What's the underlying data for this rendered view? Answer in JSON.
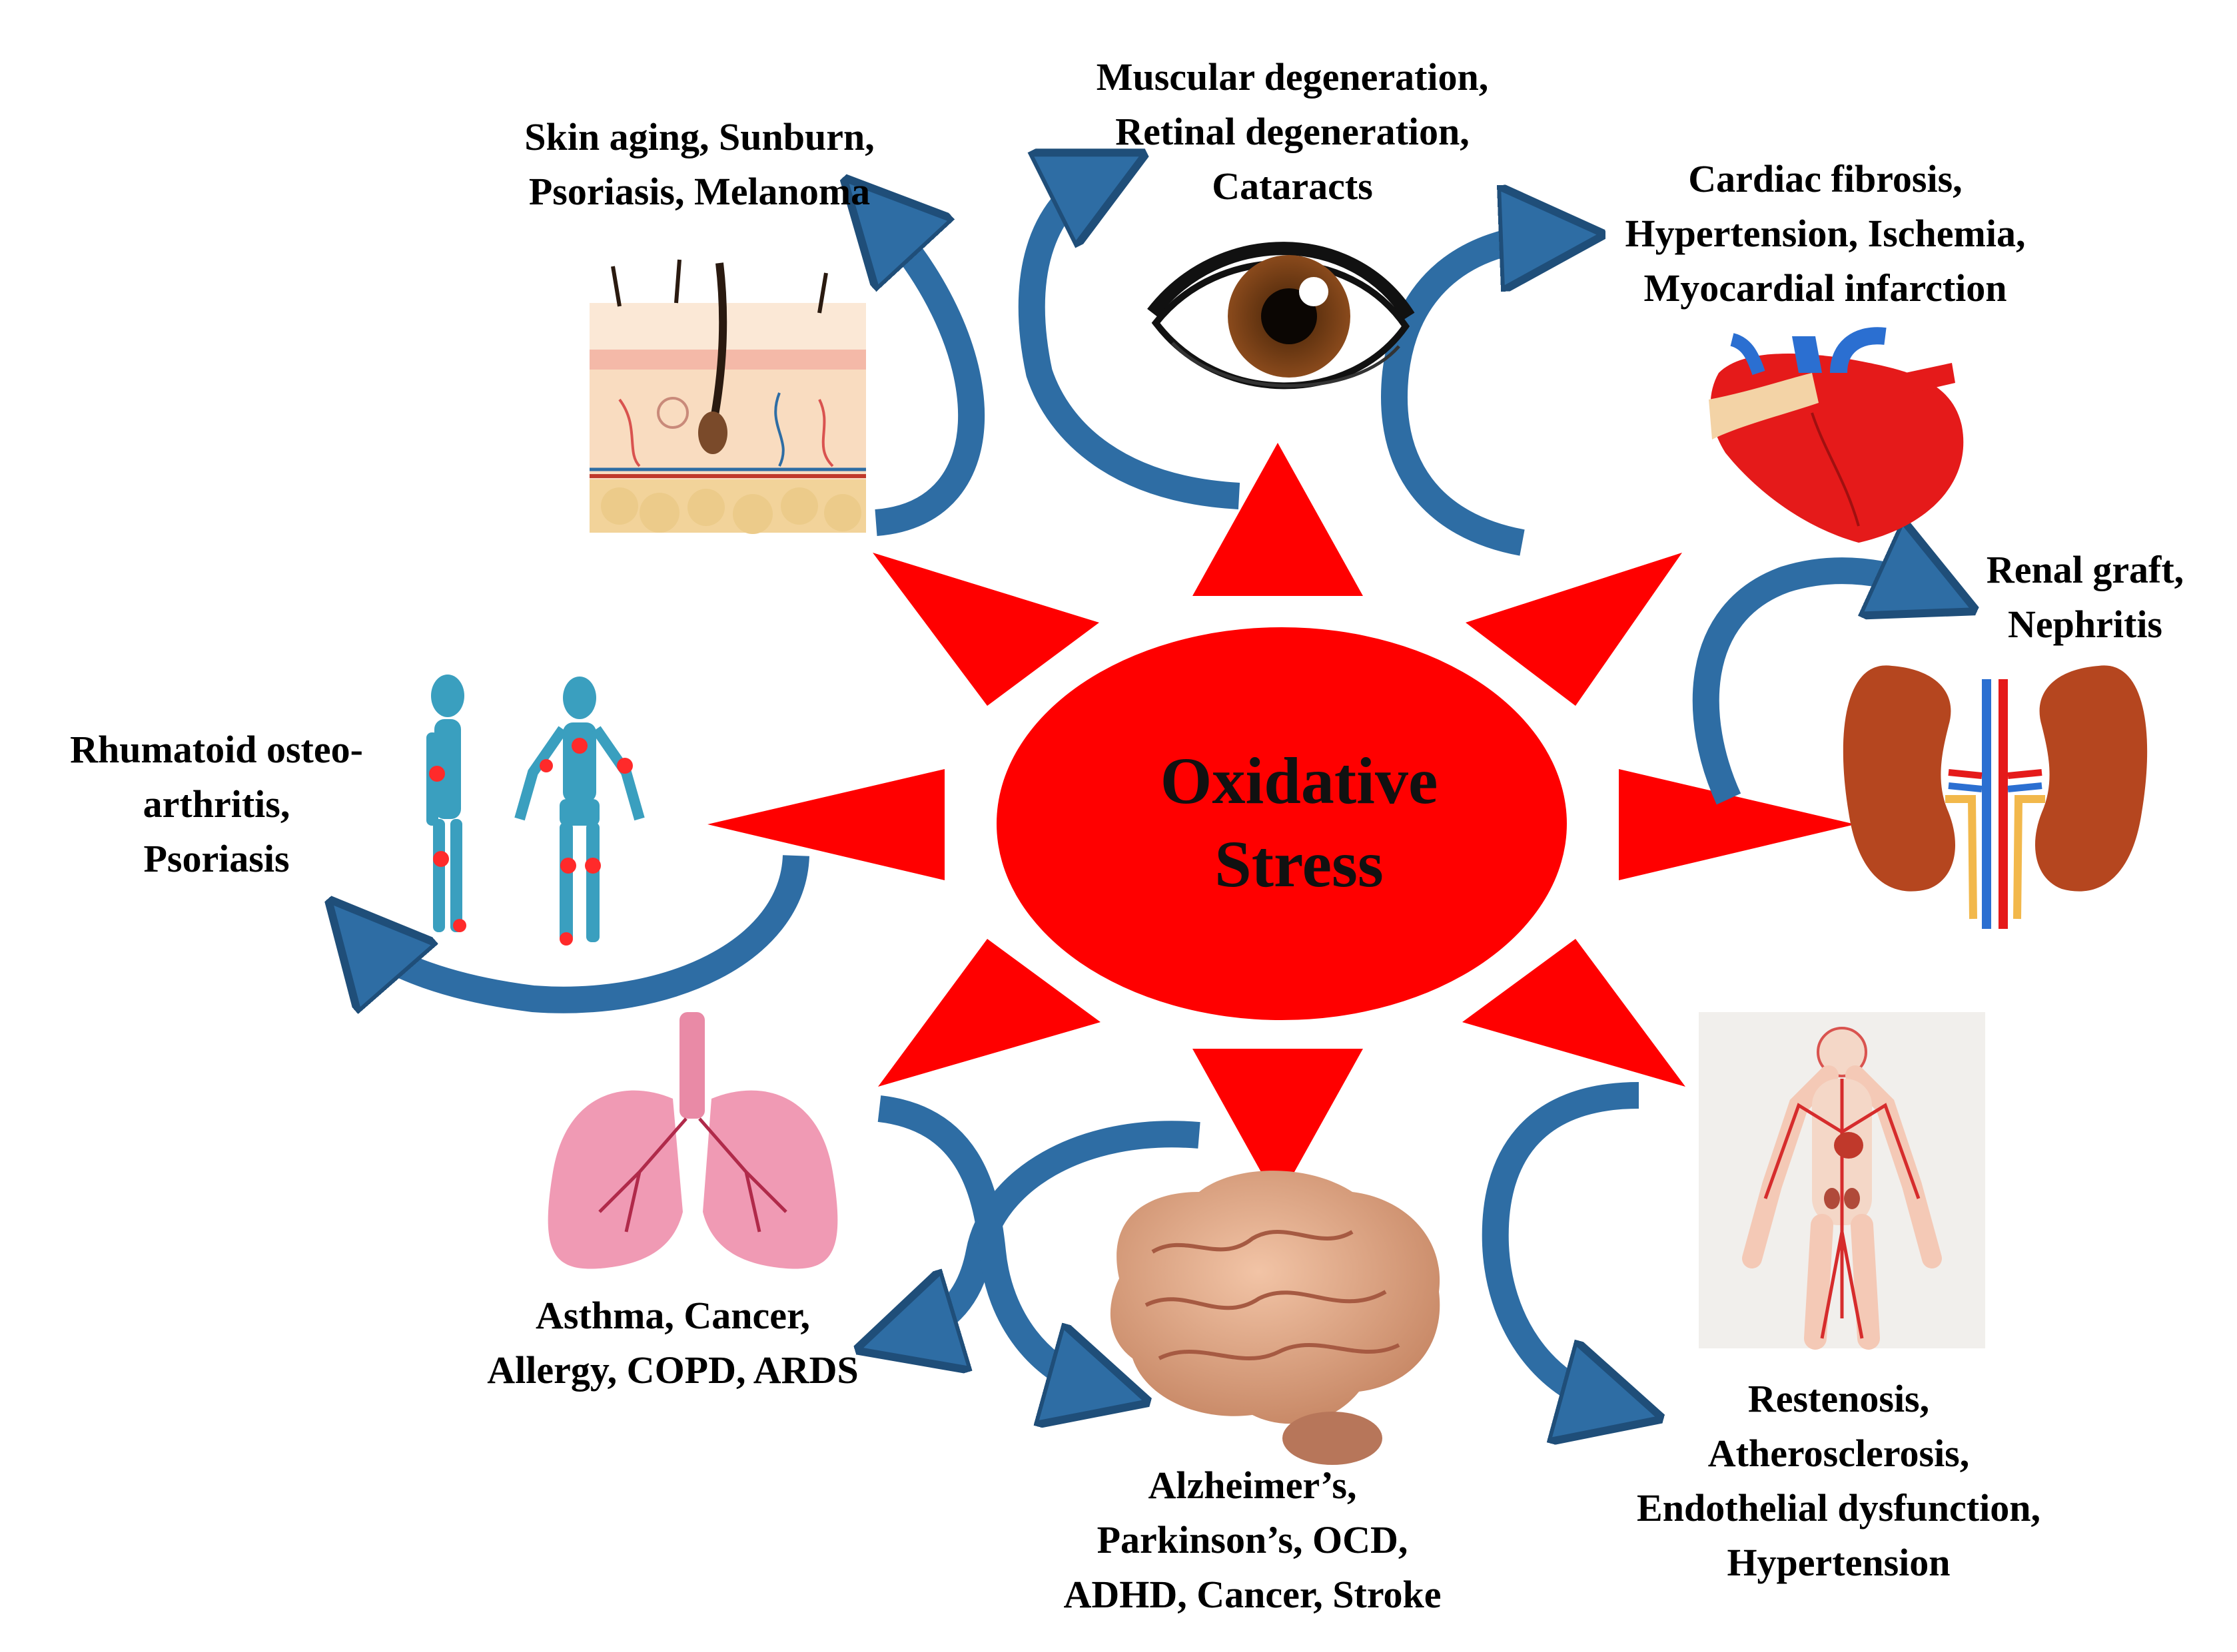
{
  "center": {
    "line1": "Oxidative",
    "line2": "Stress"
  },
  "groups": {
    "skin": {
      "lines": [
        "Skin aging, Sunburn,",
        "Psoriasis, Melanoma"
      ]
    },
    "eye": {
      "lines": [
        "Muscular degeneration,",
        "Retinal degeneration,",
        "Cataracts"
      ]
    },
    "heart": {
      "lines": [
        "Cardiac fibrosis,",
        "Hypertension, Ischemia,",
        "Myocardial infarction"
      ]
    },
    "kidney": {
      "lines": [
        "Renal graft,",
        "Nephritis"
      ]
    },
    "joints": {
      "lines": [
        "Rhumatoid osteo-",
        "arthritis,",
        "Psoriasis"
      ]
    },
    "lungs": {
      "lines": [
        "Asthma, Cancer,",
        "Allergy, COPD, ARDS"
      ]
    },
    "brain": {
      "lines": [
        "Alzheimer’s,",
        "Parkinson’s,  OCD,",
        "ADHD, Cancer, Stroke"
      ]
    },
    "vessels": {
      "lines": [
        "Restenosis,",
        "Atherosclerosis,",
        "Endothelial dysfunction,",
        "Hypertension"
      ]
    }
  },
  "colors": {
    "star": "#ff0000",
    "arrow": "#2e6da4",
    "arrow_edge": "#1f4e79",
    "text": "#000000"
  }
}
